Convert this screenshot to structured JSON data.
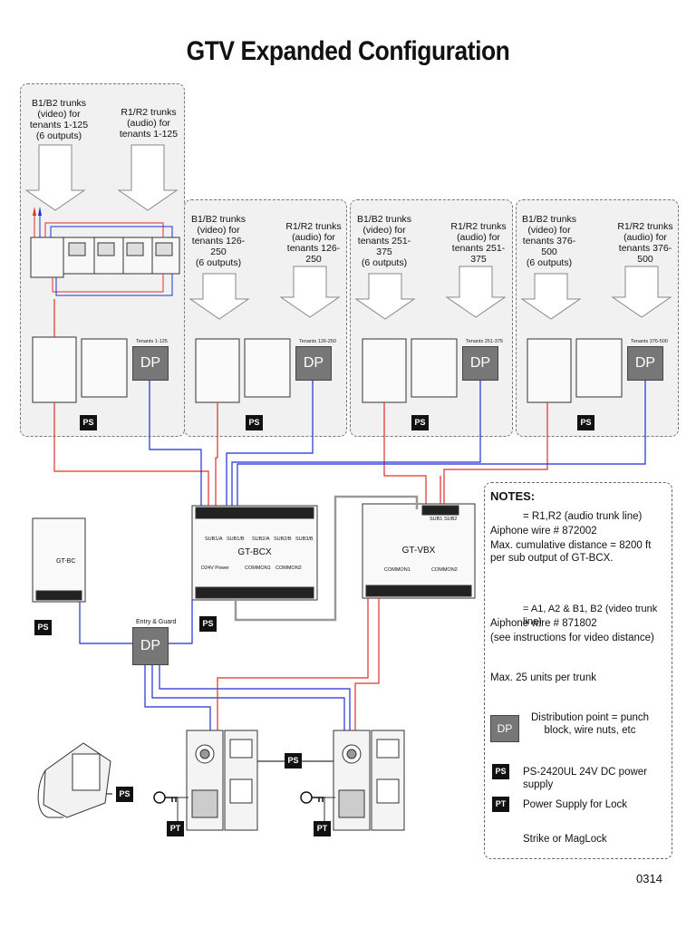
{
  "title": "GTV Expanded Configuration",
  "groups": [
    {
      "video": "B1/B2 trunks\n(video) for\ntenants 1-125\n(6 outputs)",
      "audio": "R1/R2 trunks\n(audio) for\ntenants 1-125",
      "tenants": "Tenants 1-125"
    },
    {
      "video": "B1/B2 trunks\n(video) for\ntenants 126-250\n(6 outputs)",
      "audio": "R1/R2 trunks\n(audio) for\ntenants 126-250",
      "tenants": "Tenants 126-250"
    },
    {
      "video": "B1/B2 trunks\n(video) for\ntenants 251-375\n(6 outputs)",
      "audio": "R1/R2 trunks\n(audio) for\ntenants 251-375",
      "tenants": "Tenants 251-375"
    },
    {
      "video": "B1/B2 trunks\n(video) for\ntenants 376-500\n(6 outputs)",
      "audio": "R1/R2 trunks\n(audio) for\ntenants 376-500",
      "tenants": "Tenants 376-500"
    }
  ],
  "labels": {
    "dp": "DP",
    "ps": "PS",
    "pt": "PT",
    "gt_bc": "GT-BC",
    "gt_bcx": "GT-BCX",
    "gt_vbx": "GT-VBX",
    "entry_guard": "Entry & Guard",
    "sub_labels": [
      "SUB1/A",
      "SUB1/B",
      "SUB2/A",
      "SUB2/B",
      "SUB3/B"
    ],
    "gt_bcx_bottom_left": "D24V Power",
    "common1": "COMMON1",
    "common2": "COMMON2",
    "vbx_sub": [
      "SUB1",
      "SUB2"
    ]
  },
  "notes": {
    "heading": "NOTES:",
    "blue_line": "= R1,R2 (audio trunk line)",
    "blue_wire": "Aiphone wire # 872002",
    "blue_dist": "Max. cumulative distance = 8200 ft per sub output of GT-BCX.",
    "red_line": "= A1, A2 & B1, B2 (video trunk line)",
    "red_wire": "Aiphone wire # 871802",
    "red_dist": "(see instructions for video distance)",
    "max_units": "Max. 25 units per trunk",
    "dp_desc": "Distribution point = punch block, wire nuts, etc",
    "ps_desc": "PS-2420UL 24V DC power supply",
    "pt_desc": "Power Supply for Lock",
    "lock_desc": "Strike or MagLock"
  },
  "footer": "0314",
  "colors": {
    "audio": "#1f2fd0",
    "video": "#e0302a",
    "gray_bus": "#999999"
  }
}
